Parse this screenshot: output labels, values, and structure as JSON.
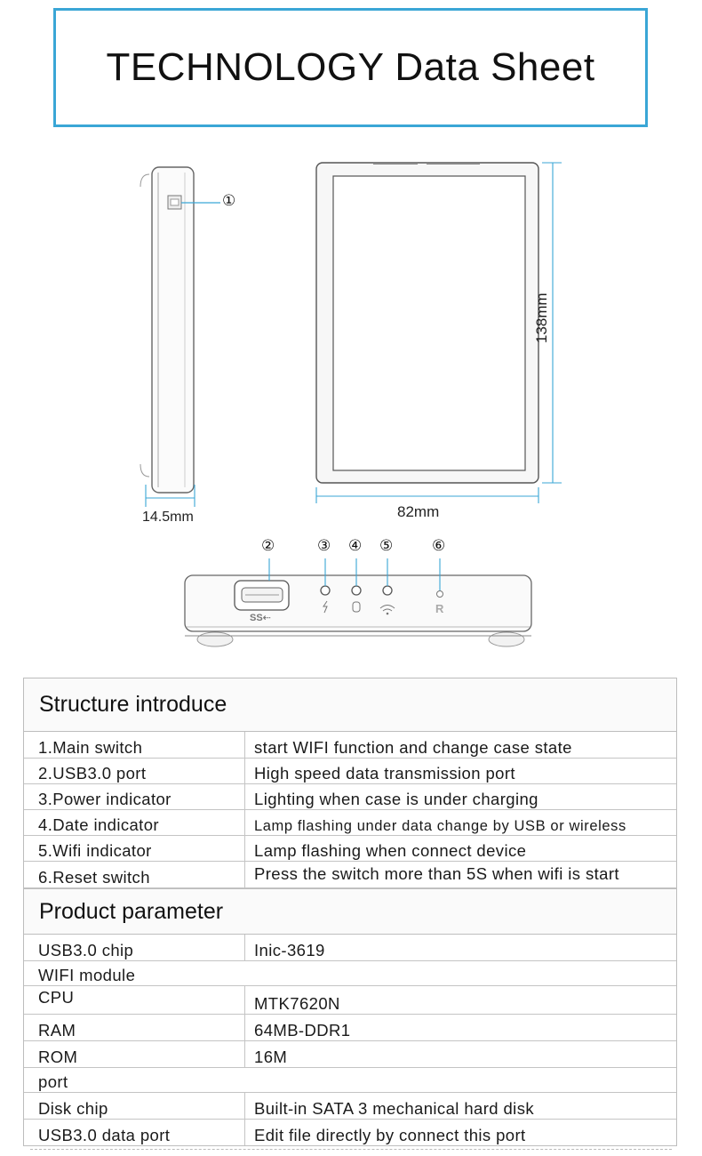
{
  "title": "TECHNOLOGY Data Sheet",
  "diagram": {
    "dim_thickness": "14.5mm",
    "dim_width": "82mm",
    "dim_height": "138mm",
    "callouts": [
      "①",
      "②",
      "③",
      "④",
      "⑤",
      "⑥"
    ],
    "port_logo": "SS⇠",
    "reset_letter": "R"
  },
  "structure": {
    "heading": "Structure introduce",
    "rows": [
      {
        "name": "1.Main switch",
        "desc": "start WIFI function and change case state"
      },
      {
        "name": "2.USB3.0 port",
        "desc": "High speed data transmission port"
      },
      {
        "name": "3.Power indicator",
        "desc": "Lighting when case is under charging"
      },
      {
        "name": "4.Date indicator",
        "desc": "Lamp flashing under data change by USB or wireless"
      },
      {
        "name": "5.Wifi indicator",
        "desc": "Lamp flashing when connect device"
      },
      {
        "name": "6.Reset switch",
        "desc": "Press the switch more than 5S when wifi is start"
      }
    ]
  },
  "parameters": {
    "heading": "Product parameter",
    "rows": [
      {
        "name": "USB3.0 chip",
        "desc": "Inic-3619"
      },
      {
        "name": "WIFI module",
        "desc": ""
      },
      {
        "name": "CPU",
        "desc": "MTK7620N"
      },
      {
        "name": "RAM",
        "desc": "64MB-DDR1"
      },
      {
        "name": "ROM",
        "desc": "16M"
      },
      {
        "name": "port",
        "desc": ""
      },
      {
        "name": "Disk chip",
        "desc": "Built-in SATA 3 mechanical hard disk"
      },
      {
        "name": "USB3.0 data port",
        "desc": "Edit file directly by connect this port"
      }
    ]
  }
}
